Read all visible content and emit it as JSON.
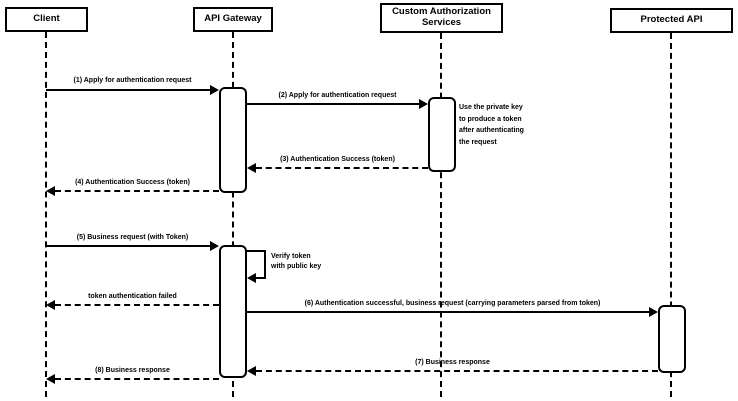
{
  "diagram": {
    "type": "sequence-diagram",
    "colors": {
      "line": "#000000",
      "fill": "#ffffff",
      "text": "#000000"
    },
    "participants": [
      {
        "label": "Client"
      },
      {
        "label": "API Gateway"
      },
      {
        "label": "Custom Authorization Services"
      },
      {
        "label": "Protected API"
      }
    ],
    "messages": [
      {
        "label": "(1) Apply for authentication request",
        "from": "Client",
        "to": "API Gateway",
        "style": "solid"
      },
      {
        "label": "(2) Apply for authentication request",
        "from": "API Gateway",
        "to": "Custom Authorization Services",
        "style": "solid"
      },
      {
        "label": "(3) Authentication Success (token)",
        "from": "Custom Authorization Services",
        "to": "API Gateway",
        "style": "dashed"
      },
      {
        "label": "(4) Authentication Success (token)",
        "from": "API Gateway",
        "to": "Client",
        "style": "dashed"
      },
      {
        "label": "(5) Business request (with Token)",
        "from": "Client",
        "to": "API Gateway",
        "style": "solid"
      },
      {
        "label": "Verify token\nwith public key",
        "from": "API Gateway",
        "to": "API Gateway",
        "style": "self"
      },
      {
        "label": "token authentication failed",
        "from": "API Gateway",
        "to": "Client",
        "style": "dashed"
      },
      {
        "label": "(6) Authentication successful, business request (carrying parameters parsed from token)",
        "from": "API Gateway",
        "to": "Protected API",
        "style": "solid"
      },
      {
        "label": "(7) Business response",
        "from": "Protected API",
        "to": "API Gateway",
        "style": "dashed"
      },
      {
        "label": "(8) Business response",
        "from": "API Gateway",
        "to": "Client",
        "style": "dashed"
      }
    ],
    "note": "Use the private key to produce a token after authenticating the request"
  }
}
